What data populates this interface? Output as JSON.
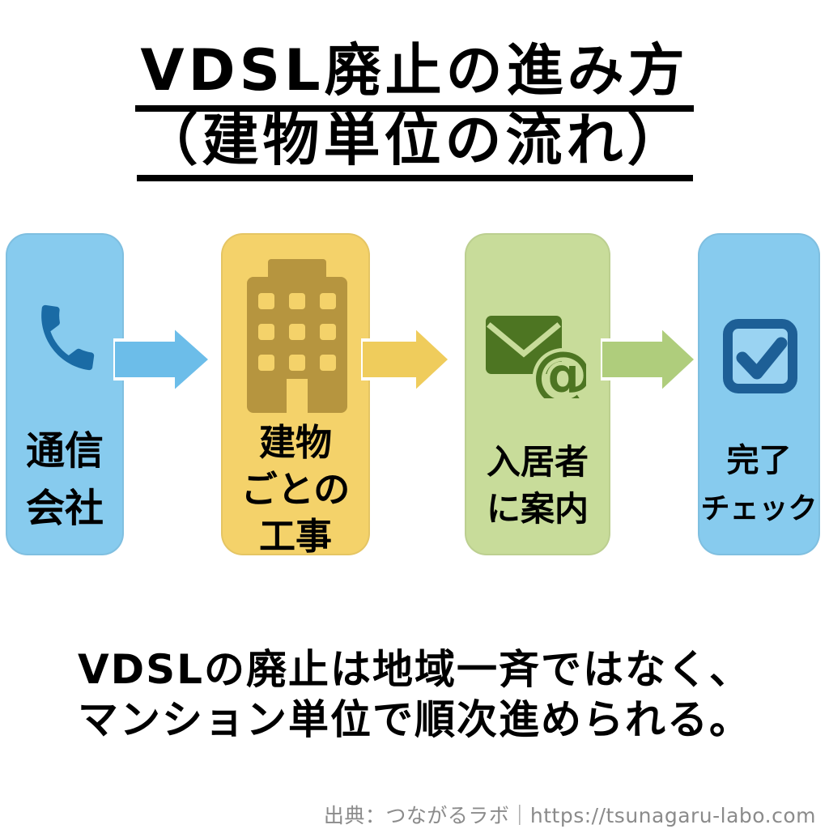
{
  "title": {
    "line1": "VDSL廃止の進み方",
    "line2": "（建物単位の流れ）"
  },
  "steps": [
    {
      "name": "telecom-company",
      "label_lines": [
        "通信",
        "会社"
      ],
      "icon": "phone-icon",
      "box_color": "#87CBEE",
      "icon_color": "#1A6BA5",
      "arrow_color": "#6CBDE9"
    },
    {
      "name": "per-building-construction",
      "label_lines": [
        "建物",
        "ごとの",
        "工事"
      ],
      "icon": "building-icon",
      "box_color": "#F4D26A",
      "icon_color": "#B6953F",
      "arrow_color": "#EFCC5C"
    },
    {
      "name": "notify-residents",
      "label_lines": [
        "入居者",
        "に案内"
      ],
      "icon": "mail-icon",
      "box_color": "#C8DC9A",
      "icon_color": "#4D7522",
      "arrow_color": "#AFCD7C"
    },
    {
      "name": "completion-check",
      "label_lines": [
        "完了",
        "チェック"
      ],
      "icon": "check-icon",
      "box_color": "#87CBEE",
      "icon_color": "#1D5F96",
      "check_inner_color": "#9AD3F2"
    }
  ],
  "summary": {
    "line1": "VDSLの廃止は地域一斉ではなく、",
    "line2": "マンション単位で順次進められる。"
  },
  "footer": {
    "credit": "出典：つながるラボ｜https://tsunagaru-labo.com"
  }
}
